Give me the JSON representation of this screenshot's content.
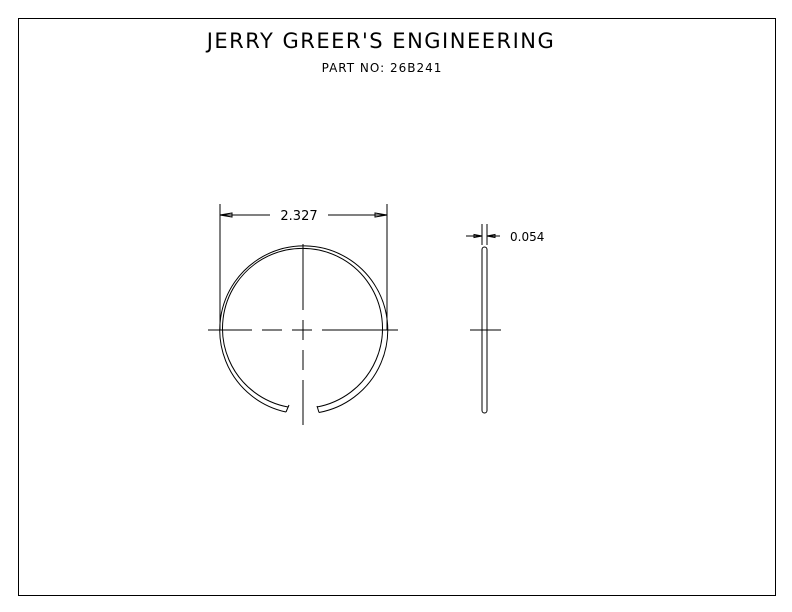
{
  "title": "JERRY GREER'S ENGINEERING",
  "part_number": "PART NO: 26B241",
  "dimensions": {
    "diameter": "2.327",
    "thickness": "0.054"
  }
}
